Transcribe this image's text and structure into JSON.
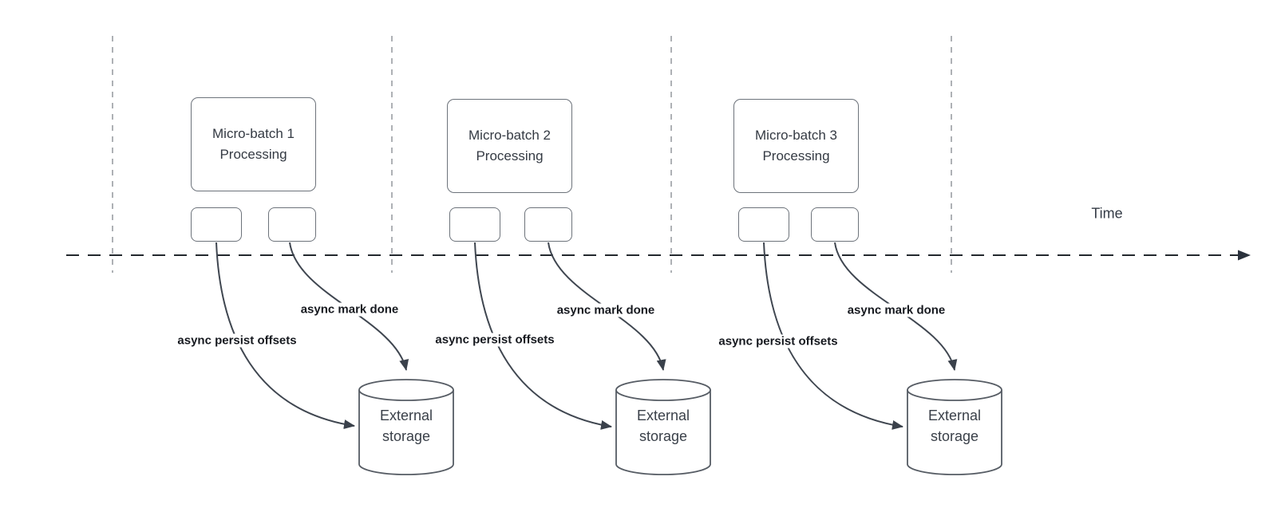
{
  "diagram": {
    "timeline_label": "Time",
    "batches": [
      {
        "title_line1": "Micro-batch 1",
        "title_line2": "Processing",
        "persist_label": "async persist offsets",
        "mark_done_label": "async mark done",
        "storage_line1": "External",
        "storage_line2": "storage"
      },
      {
        "title_line1": "Micro-batch 2",
        "title_line2": "Processing",
        "persist_label": "async persist offsets",
        "mark_done_label": "async mark done",
        "storage_line1": "External",
        "storage_line2": "storage"
      },
      {
        "title_line1": "Micro-batch 3",
        "title_line2": "Processing",
        "persist_label": "async persist offsets",
        "mark_done_label": "async mark done",
        "storage_line1": "External",
        "storage_line2": "storage"
      }
    ],
    "colors": {
      "background": "#ffffff",
      "node_stroke": "#6d737b",
      "connector_stroke": "#3f4650",
      "timeline_stroke": "#23282e",
      "guide_stroke": "#aeb1b5",
      "edge_label_text": "#16191f",
      "node_text": "#343a43"
    }
  }
}
